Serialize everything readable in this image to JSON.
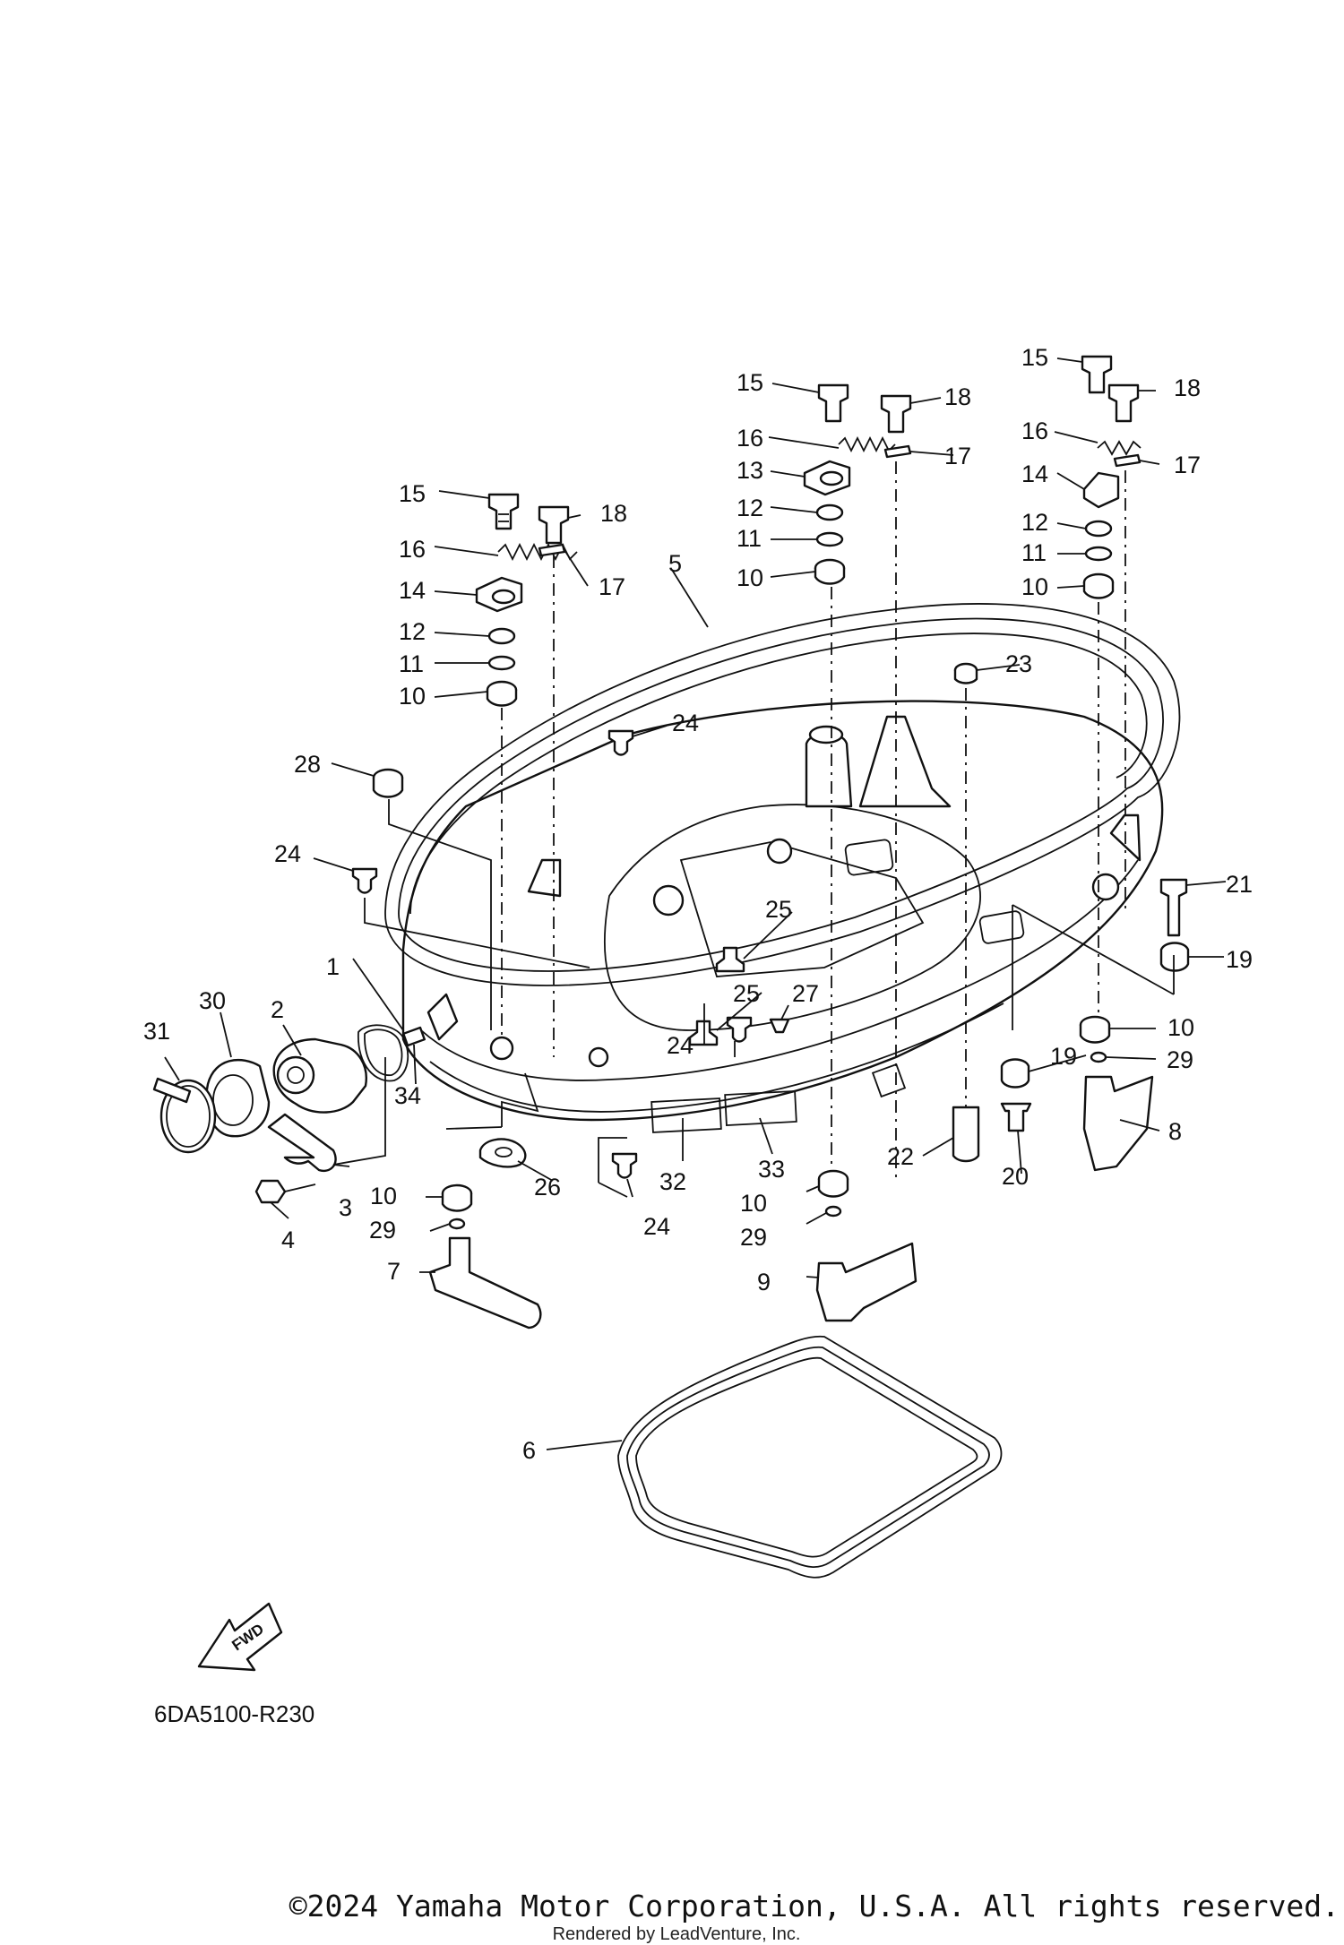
{
  "diagram": {
    "code": "6DA5100-R230",
    "fwd_label": "FWD",
    "callouts": [
      "1",
      "2",
      "3",
      "4",
      "5",
      "6",
      "7",
      "8",
      "9",
      "10",
      "11",
      "12",
      "13",
      "14",
      "15",
      "16",
      "17",
      "18",
      "19",
      "20",
      "21",
      "22",
      "23",
      "24",
      "25",
      "26",
      "27",
      "28",
      "29",
      "30",
      "31",
      "32",
      "33",
      "34"
    ]
  },
  "footer": {
    "copyright": "©2024 Yamaha Motor Corporation, U.S.A. All rights reserved.",
    "rendered_by": "Rendered by LeadVenture, Inc."
  }
}
